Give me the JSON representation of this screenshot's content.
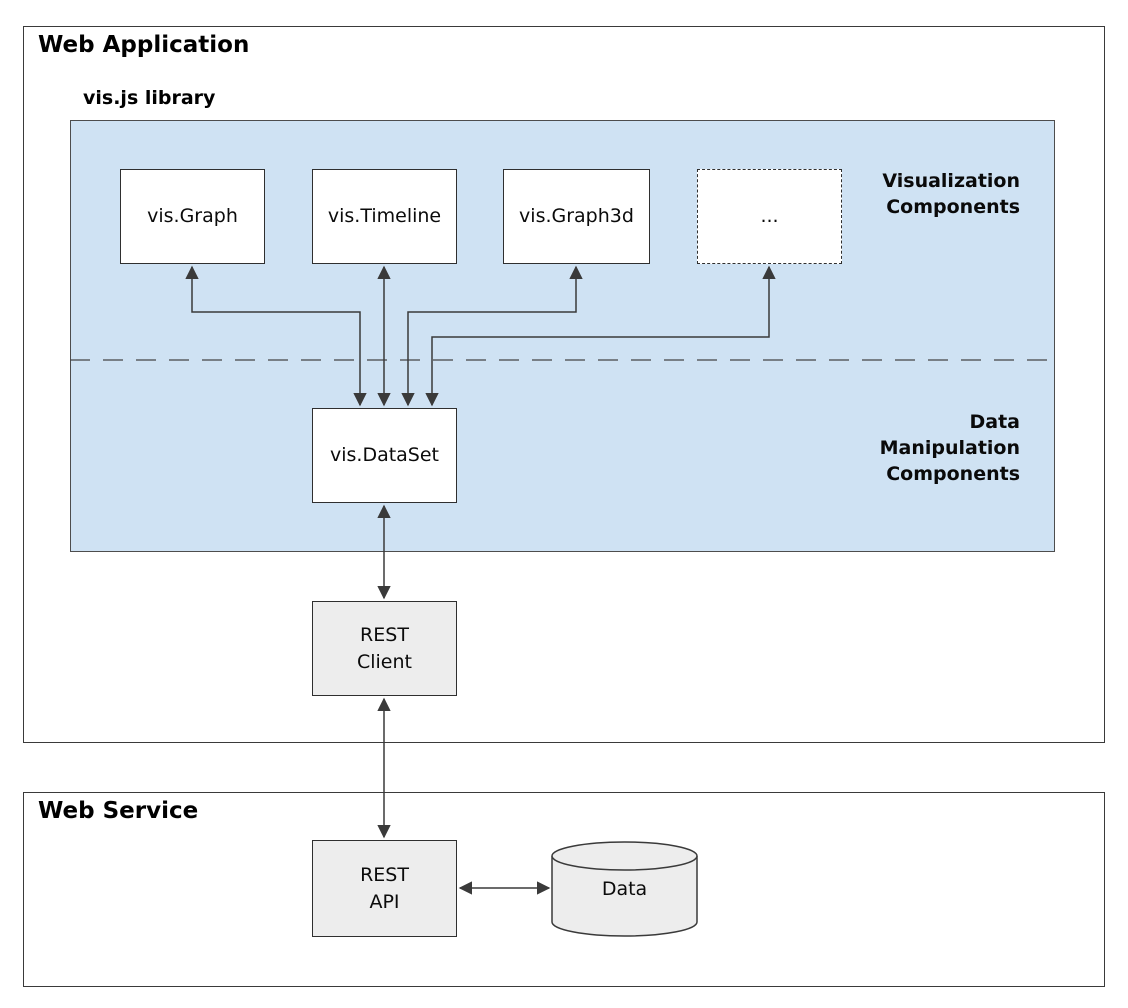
{
  "colors": {
    "library_fill": "#cfe2f3",
    "component_fill": "#ffffff",
    "service_fill": "#ededed",
    "line": "#3a3a3a"
  },
  "web_application": {
    "title": "Web Application",
    "library": {
      "title": "vis.js library",
      "components": [
        {
          "label": "vis.Graph"
        },
        {
          "label": "vis.Timeline"
        },
        {
          "label": "vis.Graph3d"
        },
        {
          "label": "..."
        }
      ],
      "dataset_label": "vis.DataSet",
      "visualization_label": {
        "line1": "Visualization",
        "line2": "Components"
      },
      "data_manipulation_label": {
        "line1": "Data",
        "line2": "Manipulation",
        "line3": "Components"
      }
    },
    "rest_client": {
      "line1": "REST",
      "line2": "Client"
    }
  },
  "web_service": {
    "title": "Web Service",
    "rest_api": {
      "line1": "REST",
      "line2": "API"
    },
    "data_store_label": "Data"
  }
}
